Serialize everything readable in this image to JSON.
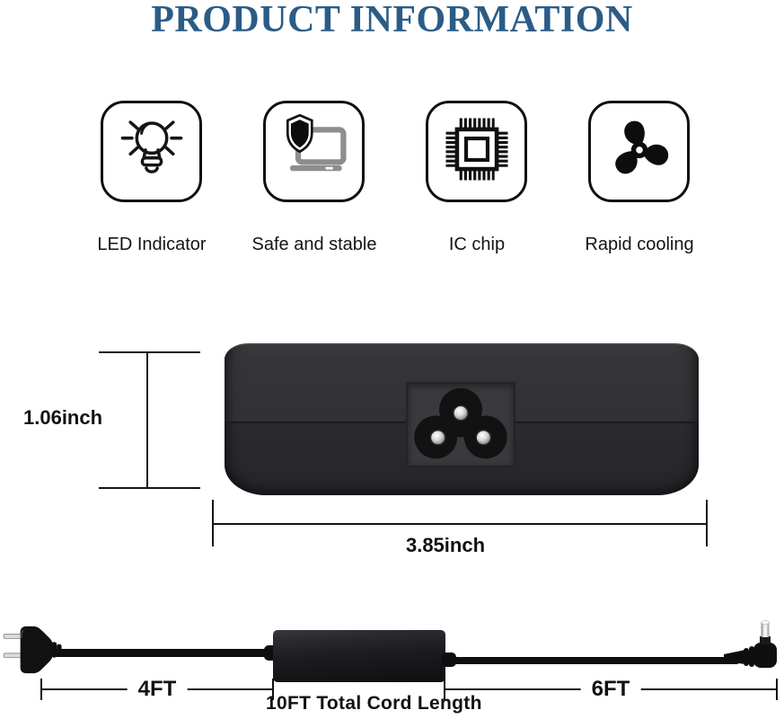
{
  "header": {
    "title": "PRODUCT INFORMATION"
  },
  "features": [
    {
      "label": "LED Indicator",
      "icon": "lightbulb-icon"
    },
    {
      "label": "Safe and stable",
      "icon": "shield-laptop-icon"
    },
    {
      "label": "IC chip",
      "icon": "ic-chip-icon"
    },
    {
      "label": "Rapid cooling",
      "icon": "fan-icon"
    }
  ],
  "adapter_figure": {
    "height_label": "1.06inch",
    "width_label": "3.85inch"
  },
  "cord_figure": {
    "wall_segment_label": "4FT",
    "device_segment_label": "6FT",
    "total_label": "10FT Total Cord Length"
  },
  "colors": {
    "title_blue": "#2b5c86",
    "text_black": "#111111",
    "adapter_body": "#2f2e32",
    "laptop_gray": "#8e8e8e",
    "pin_silver": "#e8e8e8"
  }
}
